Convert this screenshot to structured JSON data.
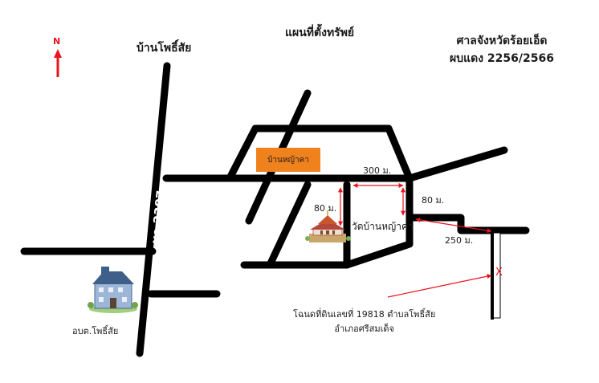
{
  "title": "แผนที่ตั้งทรัพย์",
  "court": {
    "line1": "ศาลจังหวัดร้อยเอ็ด",
    "line2": "ผบแดง 2256/2566"
  },
  "north": {
    "label": "N",
    "color": "#e8141e"
  },
  "places": {
    "village_top": "บ้านโพธิ์สัย",
    "village_banner": "บ้านหญ้าคา",
    "temple": "วัดบ้านหญ้าคา",
    "office": "อบต.โพธิ์สัย"
  },
  "road_label": "ทล.2387",
  "distances": {
    "d300": "300 ม.",
    "d80_left": "80 ม.",
    "d80_right": "80 ม.",
    "d250": "250 ม."
  },
  "marker": {
    "symbol": "X",
    "color": "#e8141e"
  },
  "parcel": {
    "line1": "โฉนดที่ดินเลขที่ 19818 ตำบลโพธิ์สัย",
    "line2": "อำเภอศรีสมเด็จ"
  },
  "colors": {
    "road": "#000000",
    "banner": "#f0821e",
    "annotation": "#e8141e"
  }
}
